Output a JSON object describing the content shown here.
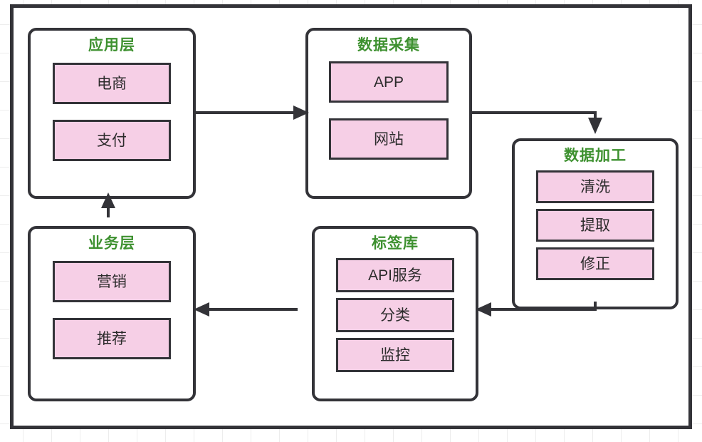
{
  "diagram": {
    "title_color": "#3e9130",
    "node_fill": "#f6cfe6",
    "stroke_color": "#333338",
    "clusters": [
      {
        "id": "app",
        "title": "应用层",
        "nodes": [
          "电商",
          "支付"
        ]
      },
      {
        "id": "collect",
        "title": "数据采集",
        "nodes": [
          "APP",
          "网站"
        ]
      },
      {
        "id": "process",
        "title": "数据加工",
        "nodes": [
          "清洗",
          "提取",
          "修正"
        ]
      },
      {
        "id": "tag",
        "title": "标签库",
        "nodes": [
          "API服务",
          "分类",
          "监控"
        ]
      },
      {
        "id": "biz",
        "title": "业务层",
        "nodes": [
          "营销",
          "推荐"
        ]
      }
    ],
    "edges": [
      {
        "from": "app",
        "to": "collect",
        "direction": "right"
      },
      {
        "from": "collect",
        "to": "process",
        "direction": "right-then-down"
      },
      {
        "from": "process",
        "to": "tag",
        "direction": "down-then-left"
      },
      {
        "from": "tag",
        "to": "biz",
        "direction": "left"
      },
      {
        "from": "biz",
        "to": "app",
        "direction": "up"
      }
    ]
  }
}
